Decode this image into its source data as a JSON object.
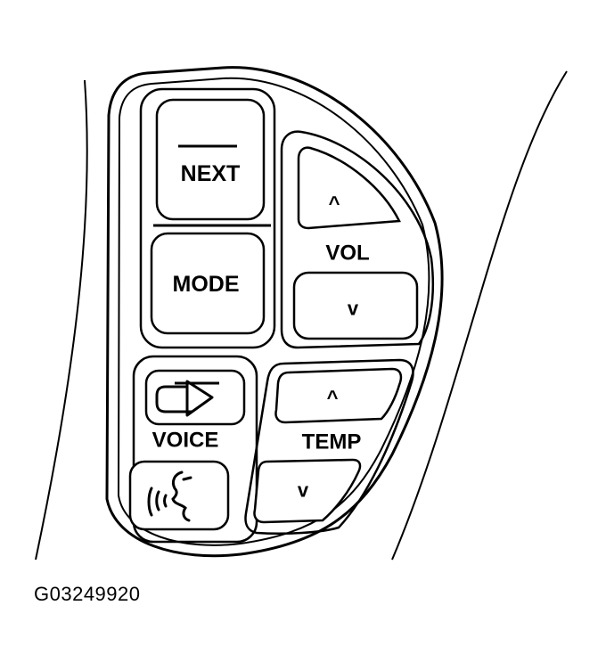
{
  "figure_id": "G03249920",
  "buttons": {
    "next": "NEXT",
    "mode": "MODE",
    "vol_up": "^",
    "vol_label": "VOL",
    "vol_down": "v",
    "voice_label": "VOICE",
    "temp_up": "^",
    "temp_label": "TEMP",
    "temp_down": "v"
  },
  "icons": {
    "return": "return-arrow-icon",
    "voice": "speaking-head-icon"
  },
  "colors": {
    "line": "#000000",
    "background": "#ffffff"
  }
}
